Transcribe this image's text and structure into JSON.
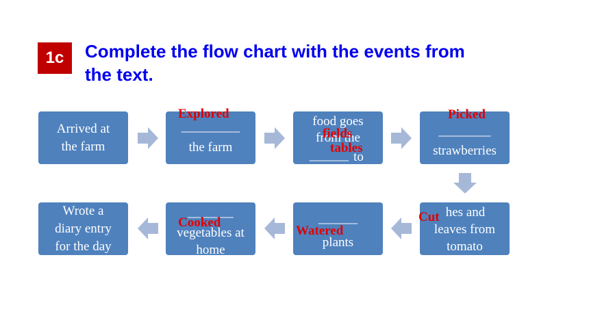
{
  "header": {
    "badge": "1c",
    "title_line1": "Complete the flow chart with the events from",
    "title_line2": "the text."
  },
  "boxes": {
    "b1": {
      "line1": "Arrived at",
      "line2": "the farm"
    },
    "b2": {
      "blank": "_________",
      "line2": "the farm"
    },
    "b3": {
      "line1": "food goes",
      "line2": "from the",
      "blank": "______",
      "line3": "to"
    },
    "b4": {
      "blank": "________",
      "line2": "strawberries"
    },
    "b5": {
      "line1": "hes and",
      "line2": "leaves from",
      "line3": "tomato"
    },
    "b6": {
      "blank": "______",
      "line2": "plants"
    },
    "b7": {
      "blank": "_______",
      "line2": "vegetables at",
      "line3": "home"
    },
    "b8": {
      "line1": "Wrote a",
      "line2": "diary entry",
      "line3": "for the day"
    }
  },
  "answers": {
    "explored": "Explored",
    "fields": "fields",
    "tables": "tables",
    "picked": "Picked",
    "cut": "Cut",
    "watered": "Watered",
    "cooked": "Cooked"
  },
  "colors": {
    "box": "#4f81bd",
    "arrow": "#a6b8d8",
    "title": "#0000ee",
    "badge": "#c00000",
    "answer": "#e00000"
  }
}
